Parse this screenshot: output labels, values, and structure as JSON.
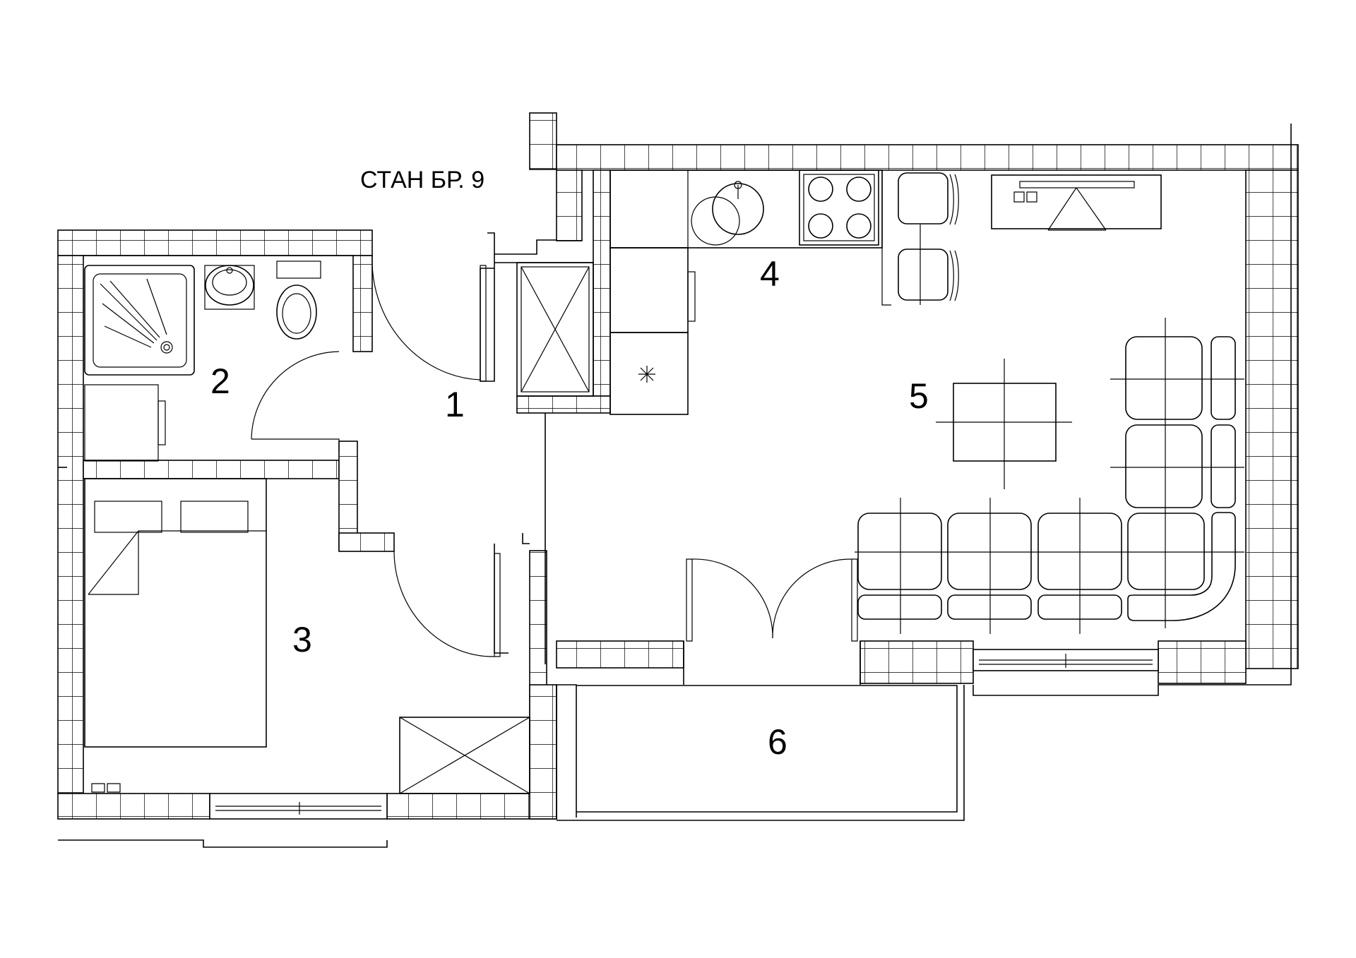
{
  "title": "СТАН БР. 9",
  "rooms": [
    {
      "id": "room-1",
      "number": "1"
    },
    {
      "id": "room-2",
      "number": "2"
    },
    {
      "id": "room-3",
      "number": "3"
    },
    {
      "id": "room-4",
      "number": "4"
    },
    {
      "id": "room-5",
      "number": "5"
    },
    {
      "id": "room-6",
      "number": "6"
    }
  ],
  "colors": {
    "line": "#000000",
    "background": "#ffffff"
  }
}
